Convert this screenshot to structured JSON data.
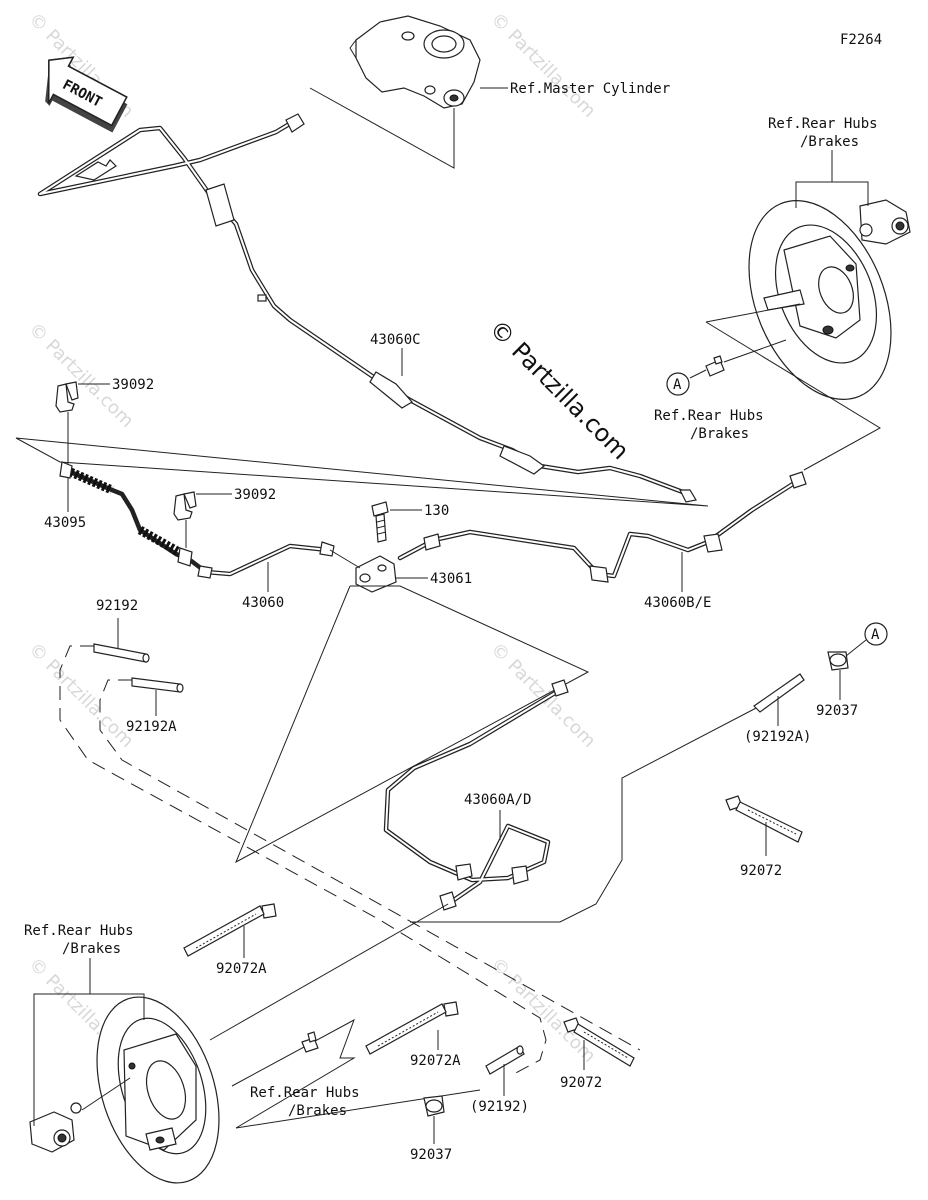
{
  "diagram_code": "F2264",
  "front_label": "FRONT",
  "watermark_center": "© Partzilla.com",
  "watermark_small": "© Partzilla.com",
  "labels": {
    "ref_master_cylinder": "Ref.Master Cylinder",
    "ref_rear_hubs_top_line1": "Ref.Rear Hubs",
    "ref_rear_hubs_top_line2": "/Brakes",
    "ref_rear_hubs_mid_line1": "Ref.Rear Hubs",
    "ref_rear_hubs_mid_line2": "/Brakes",
    "ref_rear_hubs_left_line1": "Ref.Rear Hubs",
    "ref_rear_hubs_left_line2": "/Brakes",
    "ref_rear_hubs_bottom_line1": "Ref.Rear Hubs",
    "ref_rear_hubs_bottom_line2": "/Brakes",
    "p43060C": "43060C",
    "p39092_a": "39092",
    "p39092_b": "39092",
    "p43095": "43095",
    "p43060": "43060",
    "p130": "130",
    "p43061": "43061",
    "p43060BE": "43060B/E",
    "p92192": "92192",
    "p92192A": "92192A",
    "p92037_right": "92037",
    "p92192A_paren": "(92192A)",
    "p43060AD": "43060A/D",
    "p92072_right": "92072",
    "p92072A_left": "92072A",
    "p92072A_mid": "92072A",
    "p92072_bottom": "92072",
    "p92192_paren": "(92192)",
    "p92037_bottom": "92037",
    "marker_a_top": "A",
    "marker_a_right": "A"
  }
}
